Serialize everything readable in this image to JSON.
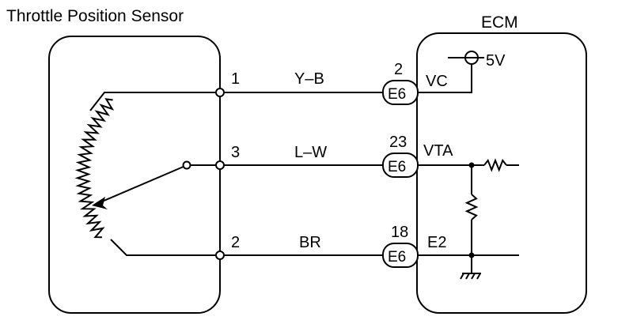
{
  "sensor": {
    "title": "Throttle Position Sensor",
    "terminals": [
      "1",
      "3",
      "2"
    ]
  },
  "ecm": {
    "title": "ECM",
    "supply_label": "5V",
    "pins": [
      {
        "number": "2",
        "connector": "E6",
        "signal": "VC"
      },
      {
        "number": "23",
        "connector": "E6",
        "signal": "VTA"
      },
      {
        "number": "18",
        "connector": "E6",
        "signal": "E2"
      }
    ]
  },
  "wires": [
    {
      "color_code": "Y–B"
    },
    {
      "color_code": "L–W"
    },
    {
      "color_code": "BR"
    }
  ]
}
